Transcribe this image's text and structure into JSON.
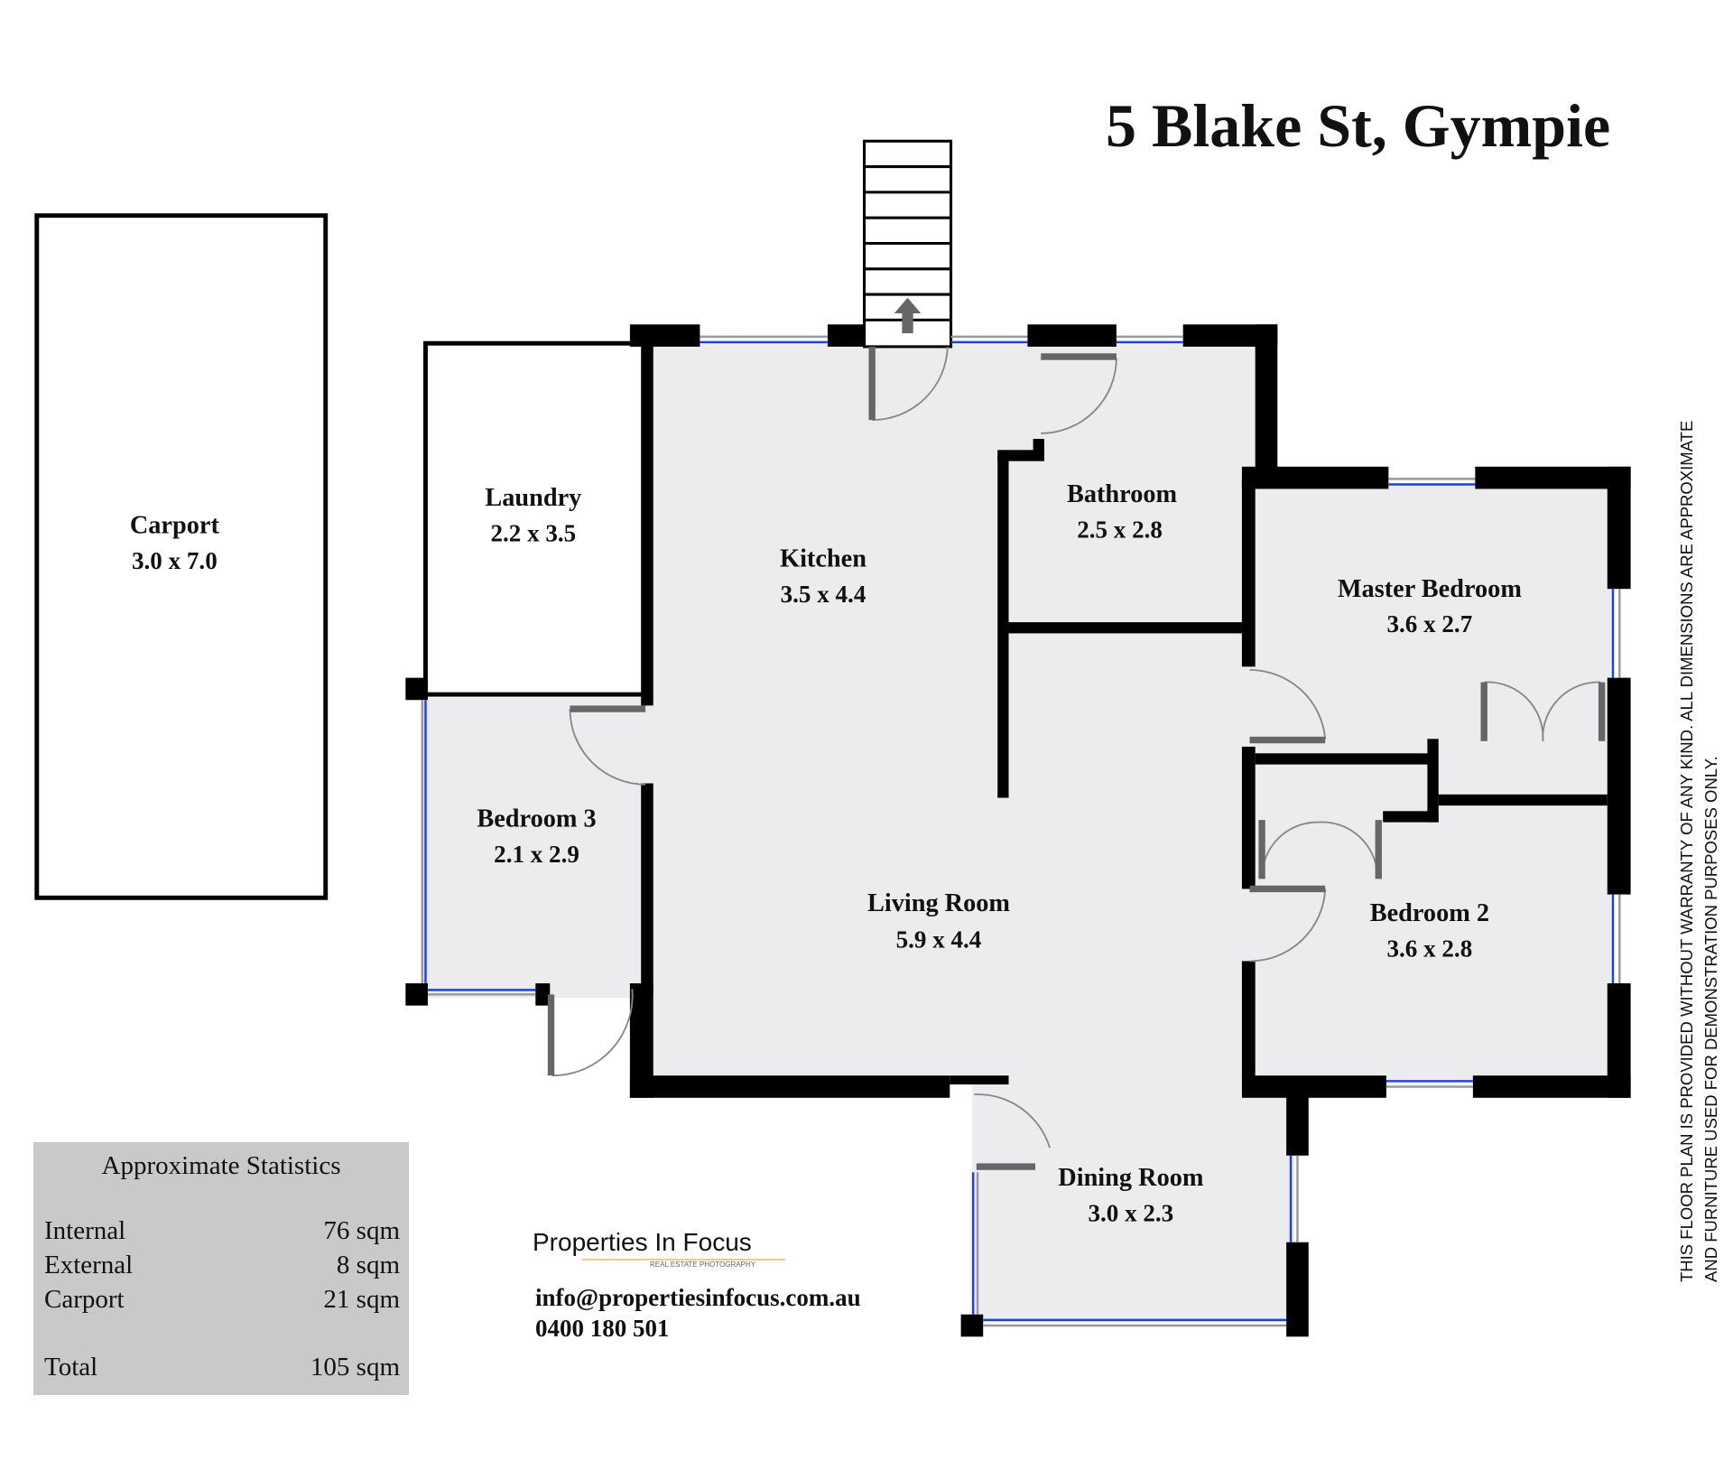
{
  "title": "5 Blake St, Gympie",
  "disclaimer": [
    "THIS FLOOR PLAN IS PROVIDED WITHOUT WARRANTY OF ANY KIND. ALL DIMENSIONS ARE APPROXIMATE",
    "AND FURNITURE USED FOR DEMONSTRATION PURPOSES ONLY."
  ],
  "rooms": [
    {
      "name": "Carport",
      "dims": "3.0 x 7.0"
    },
    {
      "name": "Laundry",
      "dims": "2.2 x 3.5"
    },
    {
      "name": "Kitchen",
      "dims": "3.5 x 4.4"
    },
    {
      "name": "Bathroom",
      "dims": "2.5 x 2.8"
    },
    {
      "name": "Master Bedroom",
      "dims": "3.6 x 2.7"
    },
    {
      "name": "Bedroom 3",
      "dims": "2.1 x 2.9"
    },
    {
      "name": "Living Room",
      "dims": "5.9 x 4.4"
    },
    {
      "name": "Bedroom 2",
      "dims": "3.6 x 2.8"
    },
    {
      "name": "Dining Room",
      "dims": "3.0 x 2.3"
    }
  ],
  "stats": {
    "heading": "Approximate Statistics",
    "rows": [
      {
        "label": "Internal",
        "value": "76 sqm"
      },
      {
        "label": "External",
        "value": "8 sqm"
      },
      {
        "label": "Carport",
        "value": "21 sqm"
      },
      {
        "label": "Total",
        "value": "105 sqm"
      }
    ]
  },
  "brand": {
    "name": "Properties In Focus",
    "tagline": "REAL ESTATE PHOTOGRAPHY",
    "accent": "#f39c1f"
  },
  "contact": {
    "email": "info@propertiesinfocus.com.au",
    "phone": "0400 180 501"
  }
}
